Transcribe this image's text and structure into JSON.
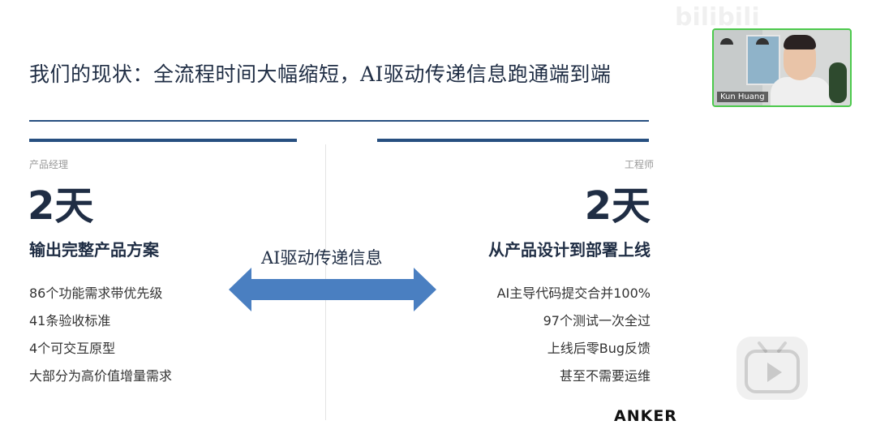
{
  "slide": {
    "title": "我们的现状：全流程时间大幅缩短，AI驱动传递信息跑通端到端",
    "left": {
      "role": "产品经理",
      "duration": "2天",
      "headline": "输出完整产品方案",
      "items": [
        "86个功能需求带优先级",
        "41条验收标准",
        "4个可交互原型",
        "大部分为高价值增量需求"
      ]
    },
    "right": {
      "role": "工程师",
      "duration": "2天",
      "headline": "从产品设计到部署上线",
      "items": [
        "AI主导代码提交合并100%",
        "97个测试一次全过",
        "上线后零Bug反馈",
        "甚至不需要运维"
      ]
    },
    "arrow_label": "AI驱动传递信息",
    "logo": "ANKER",
    "colors": {
      "navy": "#1f2d44",
      "rule_blue": "#274f80",
      "arrow_blue": "#4a7fc1"
    }
  },
  "video": {
    "participant_name": "Kun Huang",
    "border_color": "#4cc94c"
  },
  "overlay": {
    "watermark": "bilibili",
    "play_icon": "play-icon"
  }
}
